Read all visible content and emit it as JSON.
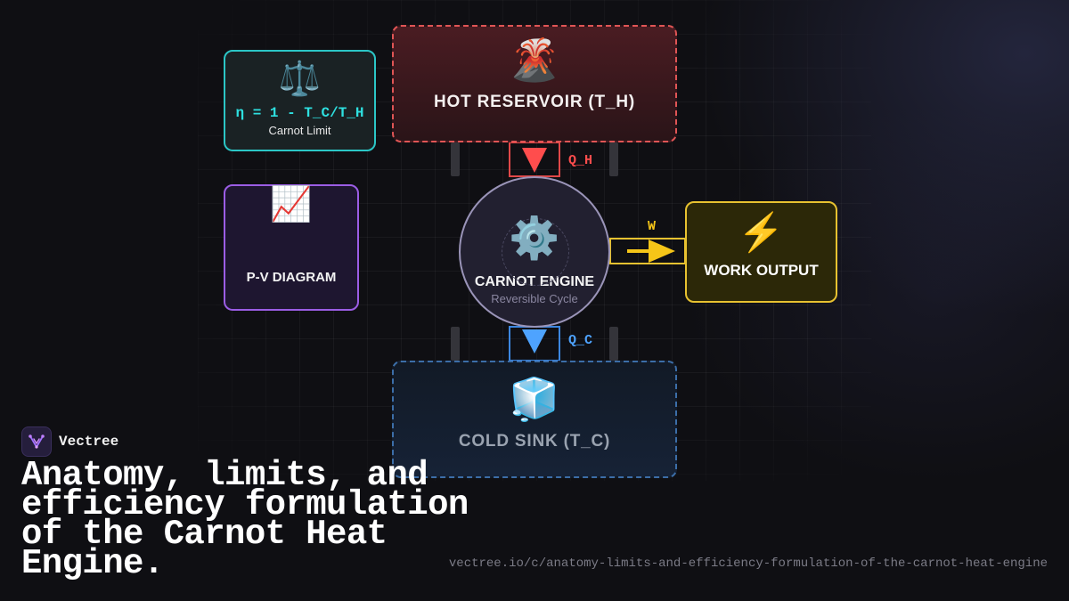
{
  "diagram": {
    "hot_reservoir": {
      "icon": "volcano-icon",
      "icon_glyph": "🌋",
      "label": "HOT RESERVOIR (T_H)"
    },
    "cold_sink": {
      "icon": "ice-cube-icon",
      "icon_glyph": "🧊",
      "label": "COLD SINK (T_C)"
    },
    "carnot_limit": {
      "icon": "scales-icon",
      "icon_glyph": "⚖️",
      "formula": "η = 1 - T_C/T_H",
      "caption": "Carnot Limit"
    },
    "pv_diagram": {
      "icon": "chart-increasing-icon",
      "icon_glyph": "📈",
      "label": "P-V DIAGRAM"
    },
    "engine": {
      "icon": "gear-icon",
      "icon_glyph": "⚙️",
      "title": "CARNOT ENGINE",
      "subtitle": "Reversible Cycle"
    },
    "work_output": {
      "icon": "lightning-icon",
      "icon_glyph": "⚡",
      "label": "WORK OUTPUT"
    },
    "flows": {
      "heat_in": {
        "label": "Q_H",
        "color": "#ff4d4d"
      },
      "heat_out": {
        "label": "Q_C",
        "color": "#4ea3ff"
      },
      "work": {
        "label": "W",
        "color": "#f5c518"
      }
    }
  },
  "brand": {
    "name": "Vectree",
    "logo_icon": "vectree-logo-icon"
  },
  "headline": "Anatomy, limits, and efficiency formulation of the Carnot Heat Engine.",
  "url": "vectree.io/c/anatomy-limits-and-efficiency-formulation-of-the-carnot-heat-engine",
  "colors": {
    "background": "#0f0f13",
    "hot_border": "#e05555",
    "cold_border": "#3c6ea8",
    "limit_border": "#2bc6c6",
    "pv_border": "#9b5de5",
    "work_border": "#e8c230",
    "engine_border": "#9a94b8"
  }
}
